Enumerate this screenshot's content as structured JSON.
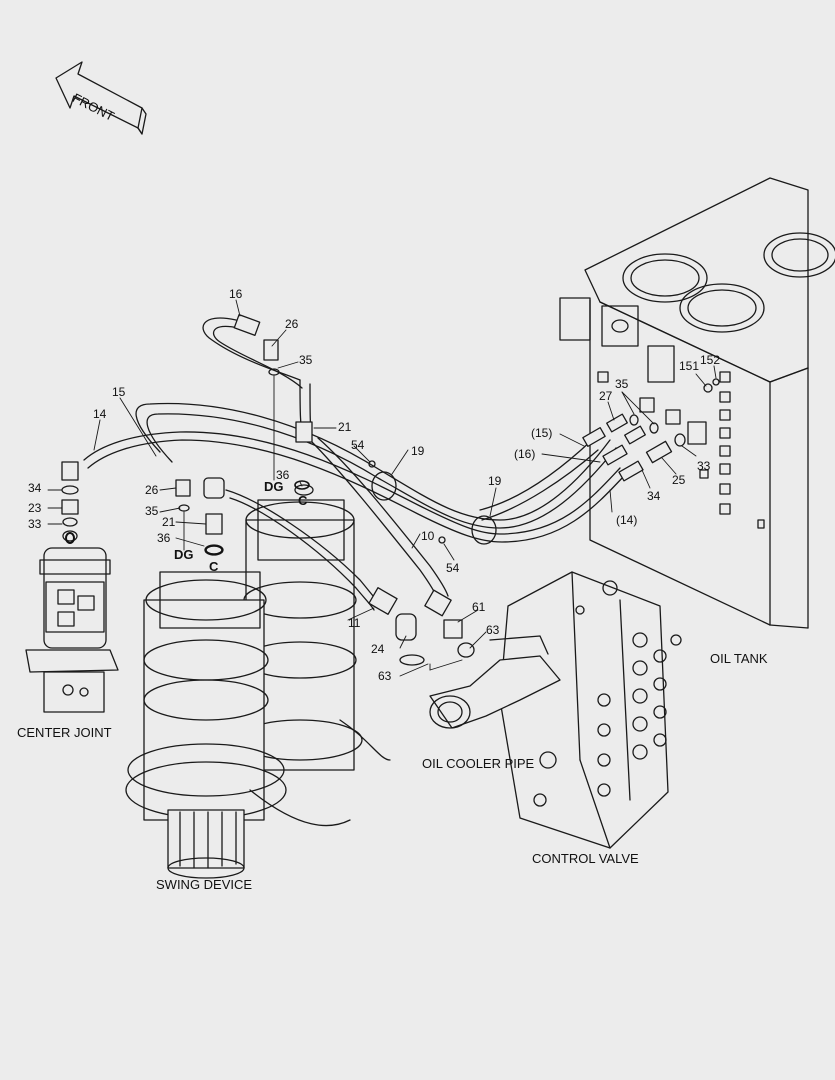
{
  "front_arrow": "FRONT",
  "captions": {
    "center_joint": "CENTER JOINT",
    "swing_device": "SWING DEVICE",
    "oil_cooler_pipe": "OIL COOLER PIPE",
    "control_valve": "CONTROL VALVE",
    "oil_tank": "OIL TANK"
  },
  "callouts": {
    "p16": "16",
    "p26a": "26",
    "p35a": "35",
    "p15": "15",
    "p14": "14",
    "p21a": "21",
    "p54a": "54",
    "p19a": "19",
    "p36a": "36",
    "p_dg_a": "DG",
    "p_c_a": "C",
    "p34a": "34",
    "p23": "23",
    "p33a": "33",
    "p26b": "26",
    "p35b": "35",
    "p21b": "21",
    "p36b": "36",
    "p_dg_b": "DG",
    "p_c_b": "C",
    "p19b": "19",
    "p10": "10",
    "p54b": "54",
    "p11": "11",
    "p61": "61",
    "p63a": "63",
    "p24": "24",
    "p63b": "63",
    "p15p": "(15)",
    "p16p": "(16)",
    "p14p": "(14)",
    "p27": "27",
    "p35c": "35",
    "p151": "151",
    "p152": "152",
    "p33b": "33",
    "p25": "25",
    "p34b": "34"
  },
  "colors": {
    "line": "#1a1a1a",
    "background": "#ececec"
  }
}
